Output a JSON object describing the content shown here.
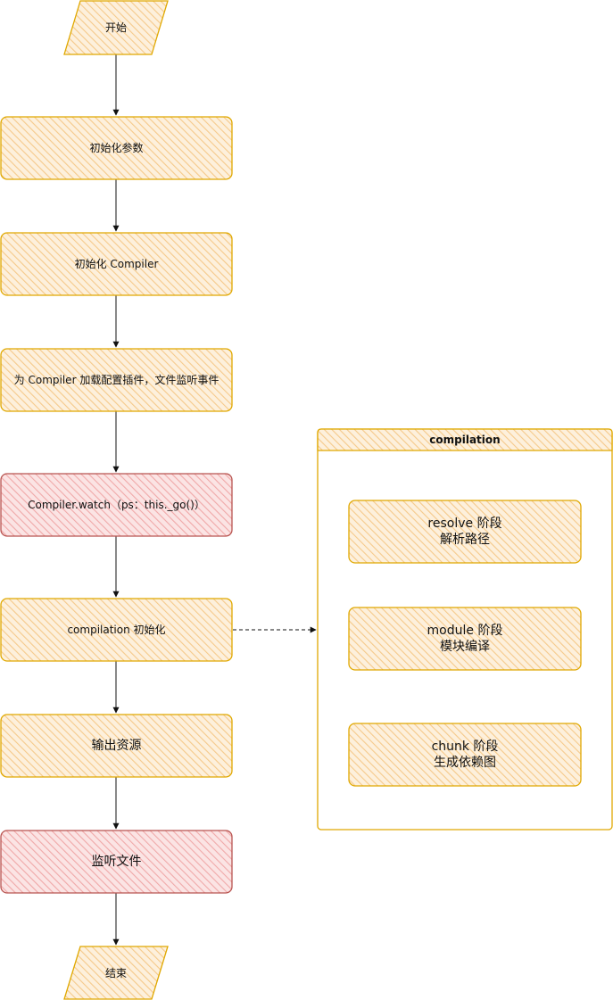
{
  "colors": {
    "orange_fill": "#fbe6c6",
    "orange_stroke": "#e0a800",
    "orange_hatch": "#f5c98a",
    "red_fill": "#f8d5d5",
    "red_stroke": "#b85450",
    "red_hatch": "#f0a8a8",
    "arrow": "#111111"
  },
  "flow": {
    "start": "开始",
    "init_params": "初始化参数",
    "init_compiler": "初始化 Compiler",
    "load_plugins": "为 Compiler 加载配置插件，文件监听事件",
    "compiler_watch": "Compiler.watch（ps：this._go()）",
    "compilation_init": "compilation 初始化",
    "output_assets": "输出资源",
    "watch_files": "监听文件",
    "end": "结束"
  },
  "compilation": {
    "title": "compilation",
    "resolve": "resolve 阶段\n解析路径",
    "module": "module 阶段\n模块编译",
    "chunk": "chunk 阶段\n生成依赖图"
  }
}
